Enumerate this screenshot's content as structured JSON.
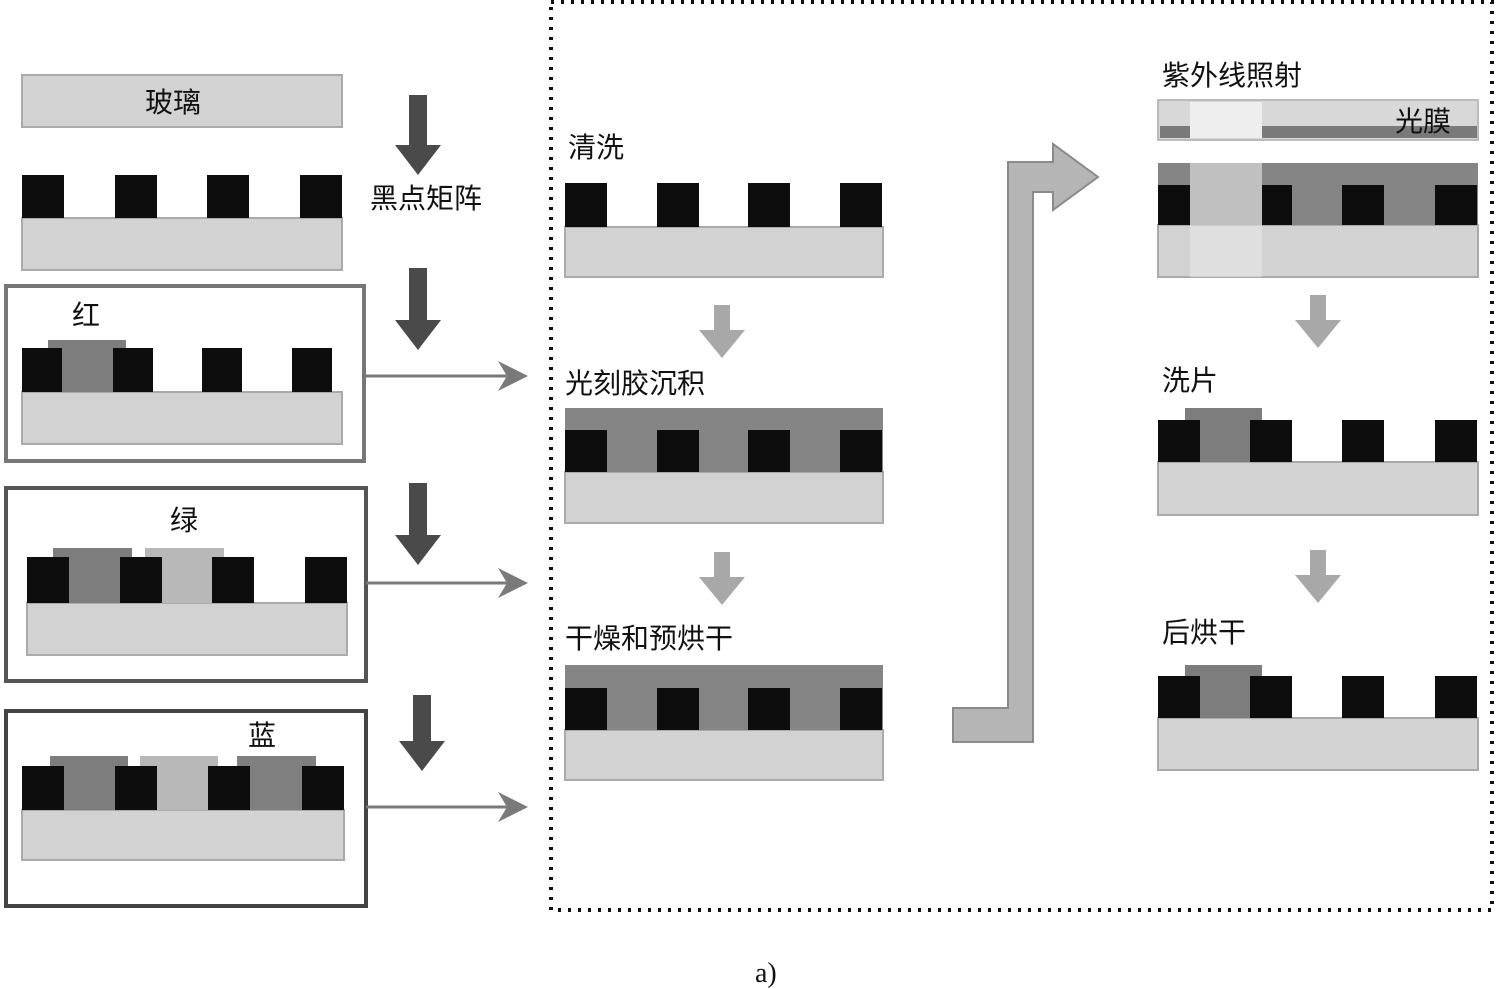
{
  "colors": {
    "black_matrix": "#0d0d0d",
    "substrate": "#d2d2d2",
    "red": "#7d7d7d",
    "green": "#b8b8b8",
    "blue": "#808080",
    "resist": "#858585",
    "dark_arrow": "#4a4a4a",
    "light_arrow": "#a8a8a8"
  },
  "left": {
    "glass": "玻璃",
    "black_matrix": "黑点矩阵",
    "red": "红",
    "green": "绿",
    "blue": "蓝"
  },
  "process": {
    "clean": "清洗",
    "photoresist_deposit": "光刻胶沉积",
    "dry_prebake": "干燥和预烘干",
    "uv_exposure": "紫外线照射",
    "photomask": "光膜",
    "develop": "洗片",
    "post_bake": "后烘干"
  },
  "caption": "a)"
}
